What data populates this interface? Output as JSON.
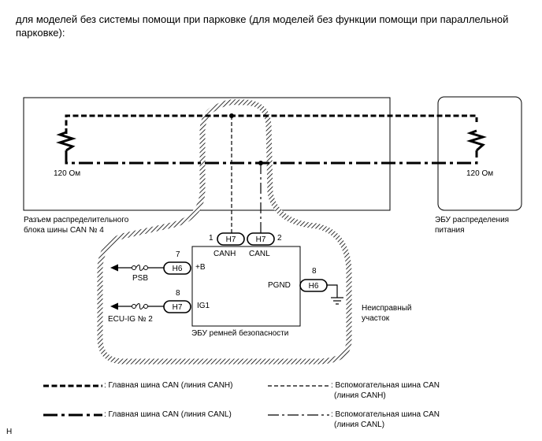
{
  "intro": {
    "line1": "для моделей без системы помощи при парковке (для моделей без функции помощи при параллельной",
    "line2": "парковке):"
  },
  "junction_block": {
    "label_line1": "Разъем распределительного",
    "label_line2": "блока шины CAN № 4",
    "resistor": "120 Ом"
  },
  "power_ecu": {
    "label_line1": "ЭБУ распределения",
    "label_line2": "питания",
    "resistor": "120 Ом"
  },
  "seatbelt_ecu": {
    "label": "ЭБУ ремней безопасности",
    "connectors": {
      "canh": {
        "pin": "1",
        "conn": "H7",
        "signal": "CANH"
      },
      "canl": {
        "pin": "2",
        "conn": "H7",
        "signal": "CANL"
      },
      "b": {
        "pin": "7",
        "conn": "H6",
        "signal": "+B"
      },
      "ig1": {
        "pin": "8",
        "conn": "H7",
        "signal": "IG1"
      },
      "pgnd": {
        "pin": "8",
        "conn": "H6",
        "signal": "PGND"
      }
    }
  },
  "fuses": {
    "psb": "PSB",
    "ecu_ig": "ECU-IG № 2"
  },
  "fault_zone": {
    "line1": "Неисправный",
    "line2": "участок"
  },
  "legend": {
    "main_canh": ": Главная шина CAN (линия CANH)",
    "main_canl": ": Главная шина CAN (линия CANL)",
    "aux_canh_1": ": Вспомогательная шина CAN",
    "aux_canh_2": "(линия CANH)",
    "aux_canl_1": ": Вспомогательная шина CAN",
    "aux_canl_2": "(линия CANL)"
  },
  "corner_mark": "H"
}
